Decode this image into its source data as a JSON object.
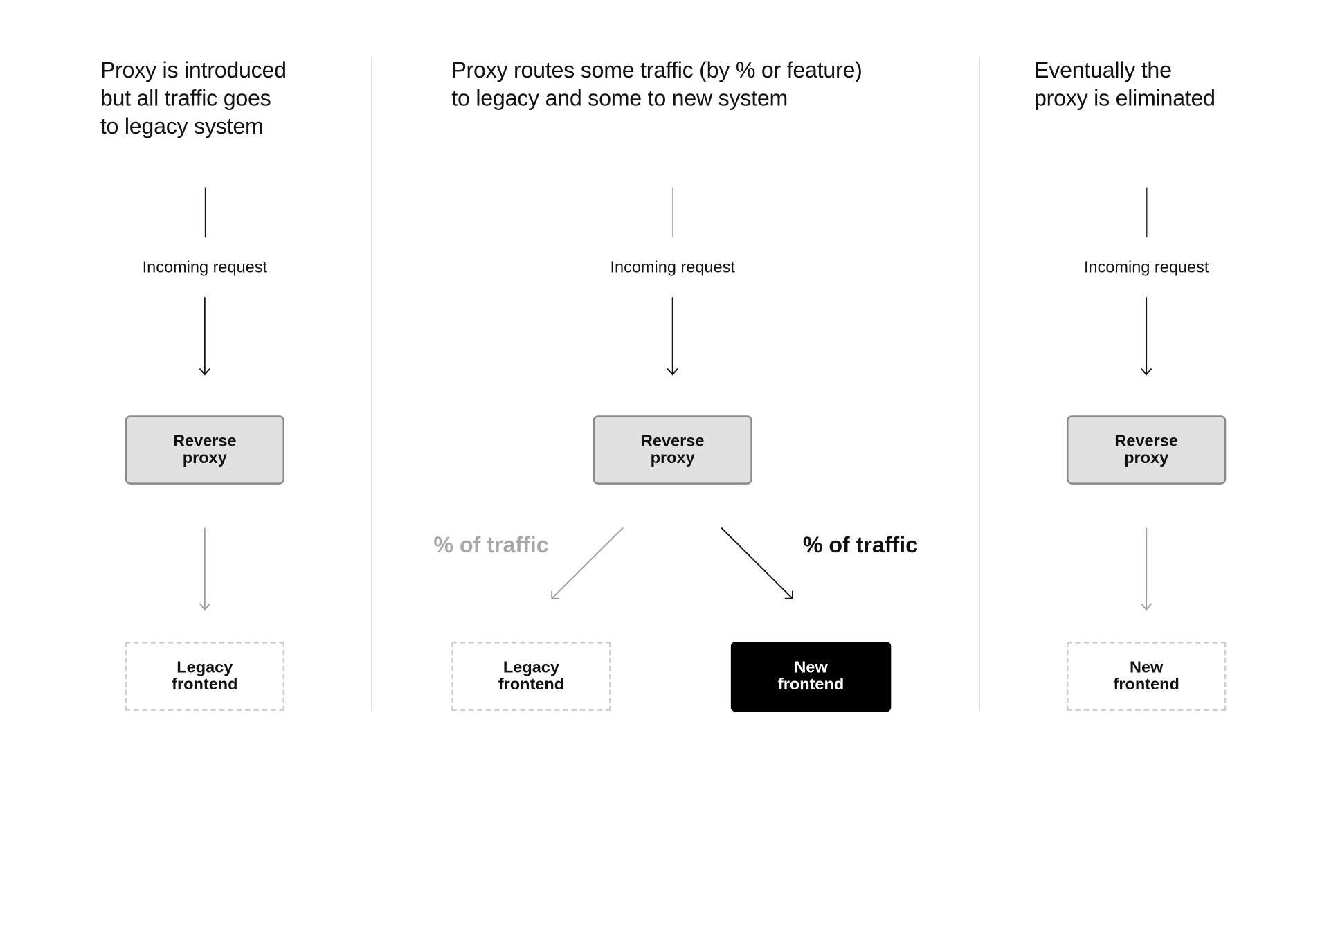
{
  "colors": {
    "ink": "#111111",
    "muted_arrow": "#9b9b9b",
    "muted_text": "#a8a8a8",
    "proxy_fill": "#e1e1e1",
    "proxy_border": "#8a8a8a",
    "dashed_border": "#cfcfcf",
    "new_fill": "#000000",
    "new_text": "#ffffff",
    "divider": "#e2e2e2"
  },
  "stage_1": {
    "heading": "Proxy is introduced\nbut all traffic goes\nto legacy system",
    "incoming_label": "Incoming request",
    "proxy_label": "Reverse\nproxy",
    "target_label": "Legacy\nfrontend"
  },
  "stage_2": {
    "heading": "Proxy routes some traffic (by % or feature)\nto legacy and some to new system",
    "incoming_label": "Incoming request",
    "proxy_label": "Reverse\nproxy",
    "legacy_share_label": "% of traffic",
    "new_share_label": "% of traffic",
    "legacy_label": "Legacy\nfrontend",
    "new_label": "New\nfrontend"
  },
  "stage_3": {
    "heading": "Eventually the\nproxy is eliminated",
    "incoming_label": "Incoming request",
    "proxy_label": "Reverse\nproxy",
    "target_label": "New\nfrontend"
  }
}
